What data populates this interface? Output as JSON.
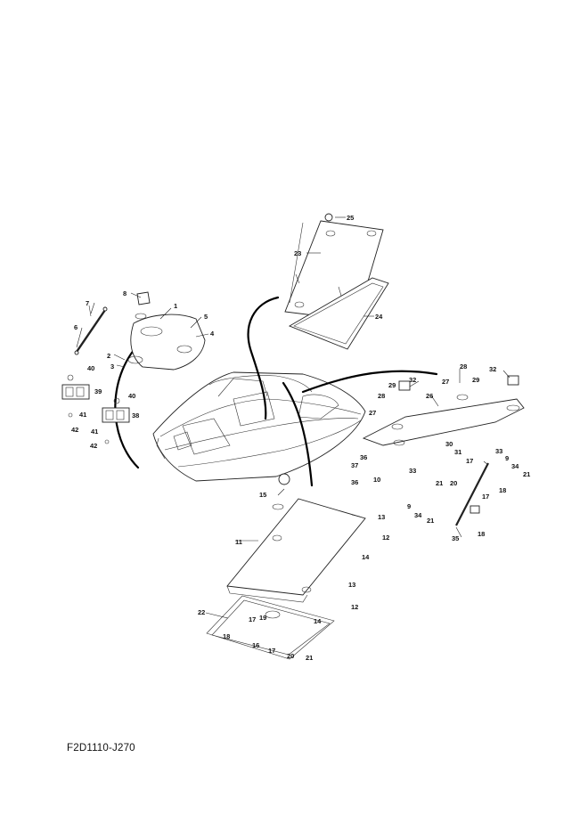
{
  "footer": {
    "diagram_code": "F2D1110-J270"
  },
  "callouts": {
    "c1": "1",
    "c2": "2",
    "c3": "3",
    "c4": "4",
    "c5": "5",
    "c6": "6",
    "c7": "7",
    "c8": "8",
    "c9a": "9",
    "c9b": "9",
    "c10": "10",
    "c11": "11",
    "c12a": "12",
    "c12b": "12",
    "c13a": "13",
    "c13b": "13",
    "c14a": "14",
    "c14b": "14",
    "c15": "15",
    "c16": "16",
    "c17a": "17",
    "c17b": "17",
    "c17c": "17",
    "c17d": "17",
    "c18a": "18",
    "c18b": "18",
    "c18c": "18",
    "c19": "19",
    "c20a": "20",
    "c20b": "20",
    "c21a": "21",
    "c21b": "21",
    "c21c": "21",
    "c21d": "21",
    "c22": "22",
    "c23": "23",
    "c24": "24",
    "c25": "25",
    "c26": "26",
    "c27a": "27",
    "c27b": "27",
    "c28a": "28",
    "c28b": "28",
    "c29a": "29",
    "c29b": "29",
    "c30": "30",
    "c31": "31",
    "c32a": "32",
    "c32b": "32",
    "c33a": "33",
    "c33b": "33",
    "c34a": "34",
    "c34b": "34",
    "c35": "35",
    "c36a": "36",
    "c36b": "36",
    "c37": "37",
    "c38": "38",
    "c39": "39",
    "c40a": "40",
    "c40b": "40",
    "c41a": "41",
    "c41b": "41",
    "c42a": "42",
    "c42b": "42"
  }
}
